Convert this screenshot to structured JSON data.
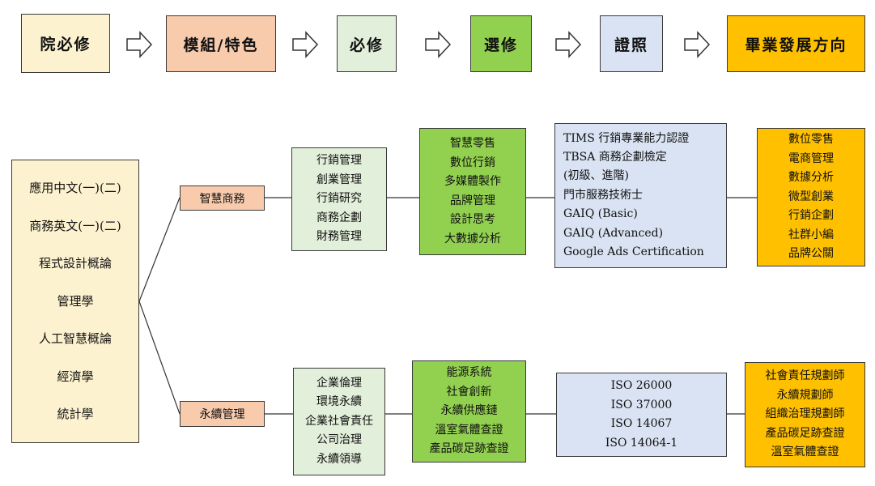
{
  "header": {
    "steps": [
      "院必修",
      "模組/特色",
      "必修",
      "選修",
      "證照",
      "畢業發展方向"
    ]
  },
  "core_courses": [
    "應用中文(一)(二)",
    "商務英文(一)(二)",
    "程式設計概論",
    "管理學",
    "人工智慧概論",
    "經濟學",
    "統計學"
  ],
  "branches": [
    {
      "name": "智慧商務",
      "required": [
        "行銷管理",
        "創業管理",
        "行銷研究",
        "商務企劃",
        "財務管理"
      ],
      "electives": [
        "智慧零售",
        "數位行銷",
        "多媒體製作",
        "品牌管理",
        "設計思考",
        "大數據分析"
      ],
      "certs": [
        "TIMS 行銷專業能力認證",
        "TBSA 商務企劃檢定",
        "(初級、進階)",
        "門市服務技術士",
        "GAIQ (Basic)",
        "GAIQ (Advanced)",
        "Google Ads Certification"
      ],
      "careers": [
        "數位零售",
        "電商管理",
        "數據分析",
        "微型創業",
        "行銷企劃",
        "社群小編",
        "品牌公關"
      ]
    },
    {
      "name": "永續管理",
      "required": [
        "企業倫理",
        "環境永續",
        "企業社會責任",
        "公司治理",
        "永續領導"
      ],
      "electives": [
        "能源系統",
        "社會創新",
        "永續供應鏈",
        "溫室氣體查證",
        "產品碳足跡查證"
      ],
      "certs": [
        "ISO 26000",
        "ISO 37000",
        "ISO 14067",
        "ISO 14064-1"
      ],
      "careers": [
        "社會責任規劃師",
        "永續規劃師",
        "組織治理規劃師",
        "產品碳足跡查證",
        "溫室氣體查證"
      ]
    }
  ],
  "colors": {
    "core": "#fdf2d0",
    "module": "#f8cbad",
    "required": "#e2efda",
    "elective": "#92d050",
    "cert": "#dae3f3",
    "career": "#ffc000"
  }
}
